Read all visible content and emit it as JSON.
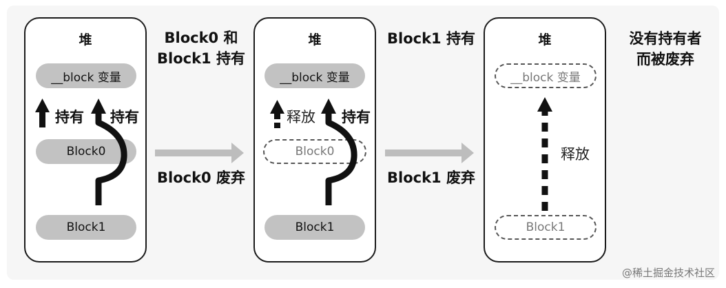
{
  "panel1": {
    "heap": "堆",
    "var": "__block 变量",
    "hold_left": "持有",
    "hold_right": "持有",
    "block0": "Block0",
    "block1": "Block1"
  },
  "cap1": {
    "line1": "Block0 和",
    "line2": "Block1 持有",
    "bottom": "Block0 废弃"
  },
  "panel2": {
    "heap": "堆",
    "var": "__block 变量",
    "release": "释放",
    "hold": "持有",
    "block0": "Block0",
    "block1": "Block1"
  },
  "cap2": {
    "top": "Block1 持有",
    "bottom": "Block1 废弃"
  },
  "panel3": {
    "heap": "堆",
    "var": "__block 变量",
    "release": "释放",
    "block1": "Block1"
  },
  "cap3": {
    "line1": "没有持有者",
    "line2": "而被废弃"
  },
  "watermark": "@稀土掘金技术社区"
}
